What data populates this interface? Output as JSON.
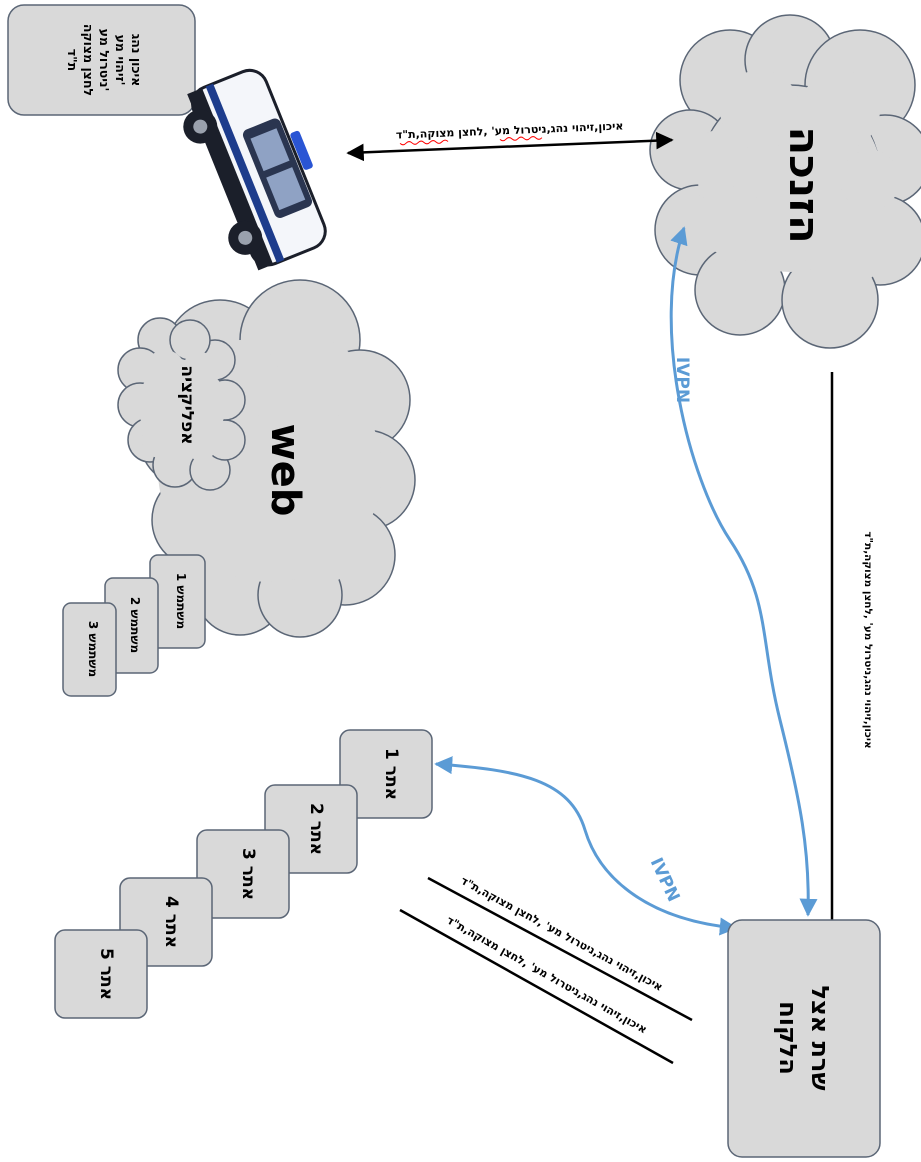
{
  "cloud_main": {
    "label": "הזנכה"
  },
  "vehicle_box": {
    "lines": [
      "איכון נהג",
      "זיהוי מע'",
      "ניטרול מע'",
      "לחצן מצוקה",
      "ת\"ד"
    ]
  },
  "link_top": {
    "label": "איכון,זיהוי נהג,ניטרול מע' ,לחצן מצוקה,ת\"ד"
  },
  "link_vertical": {
    "label": "איכון,זיהוי נהג,ניטרול מע' ,לחצן מצוקה,ת\"ד"
  },
  "link_bottom_1": {
    "label": "איכון,זיהוי נהג,ניטרול מע' ,לחצן מצוקה,ת\"ד"
  },
  "link_bottom_2": {
    "label": "איכון,זיהוי נהג,ניטרול מע' ,לחצן מצוקה,ת\"ד"
  },
  "ivpn_1": {
    "label": "IVPN"
  },
  "ivpn_2": {
    "label": "IVPN"
  },
  "web_cloud": {
    "label": "web"
  },
  "app_cloud": {
    "label": "אפליקציה"
  },
  "users": [
    "משתמש 1",
    "משתמש 2",
    "משתמש 3"
  ],
  "sites": [
    "אתר 1",
    "אתר 2",
    "אתר 3",
    "אתר 4",
    "אתר 5"
  ],
  "client_server": {
    "lines": [
      "שרת אצל",
      "הלקוח"
    ]
  },
  "colors": {
    "cloud_fill": "#d9d9d9",
    "box_fill": "#d9d9d9",
    "stroke": "#5b6676",
    "ivpn": "#5b9bd5",
    "line": "#000000",
    "underline": "#ff0000"
  }
}
